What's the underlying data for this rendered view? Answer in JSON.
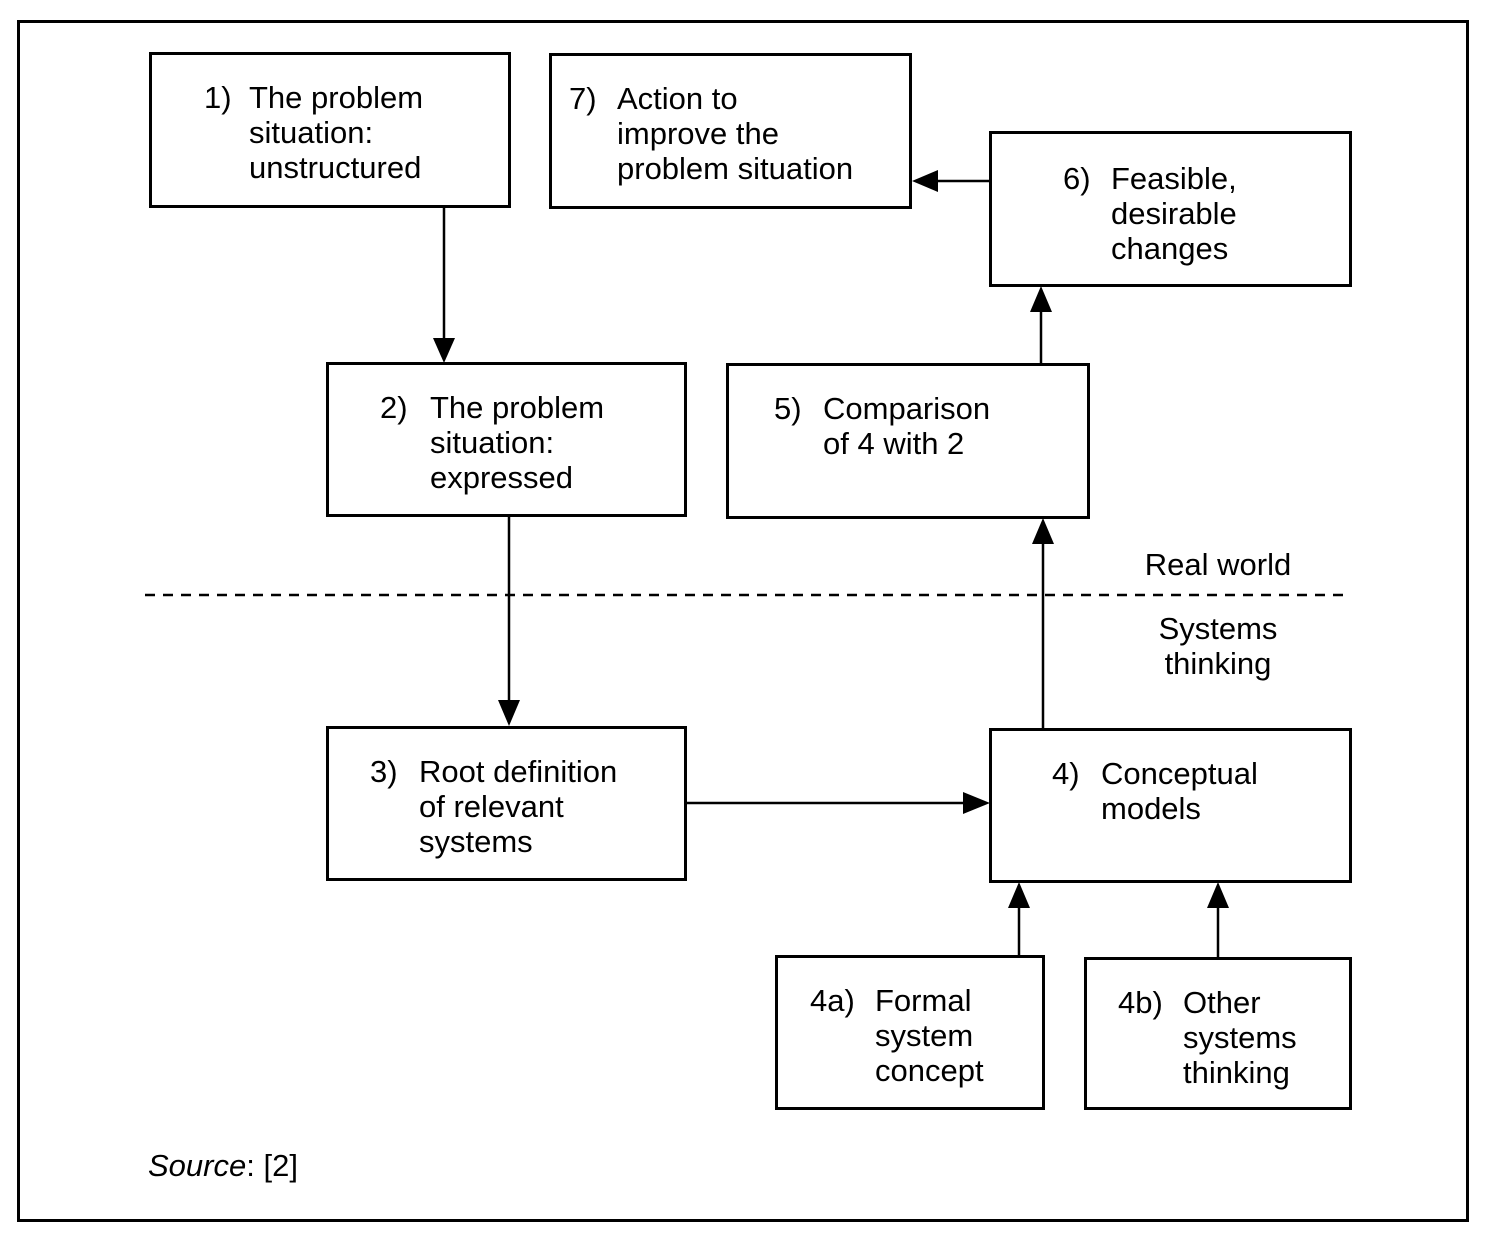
{
  "boxes": {
    "b1": {
      "num": "1)",
      "lines": [
        "The problem",
        "situation:",
        "unstructured"
      ]
    },
    "b7": {
      "num": "7)",
      "lines": [
        "Action to",
        "improve the",
        "problem situation"
      ]
    },
    "b6": {
      "num": "6)",
      "lines": [
        "Feasible,",
        "desirable",
        "changes"
      ]
    },
    "b2": {
      "num": "2)",
      "lines": [
        "The problem",
        "situation:",
        "expressed"
      ]
    },
    "b5": {
      "num": "5)",
      "lines": [
        "Comparison",
        "of 4 with 2"
      ]
    },
    "b3": {
      "num": "3)",
      "lines": [
        "Root definition",
        "of relevant",
        "systems"
      ]
    },
    "b4": {
      "num": "4)",
      "lines": [
        "Conceptual",
        "models"
      ]
    },
    "b4a": {
      "num": "4a)",
      "lines": [
        "Formal",
        "system",
        "concept"
      ]
    },
    "b4b": {
      "num": "4b)",
      "lines": [
        "Other",
        "systems",
        "thinking"
      ]
    }
  },
  "divider": {
    "above_label": "Real world",
    "below_label": [
      "Systems",
      "thinking"
    ]
  },
  "source": {
    "label": "Source",
    "ref": ": [2]"
  }
}
